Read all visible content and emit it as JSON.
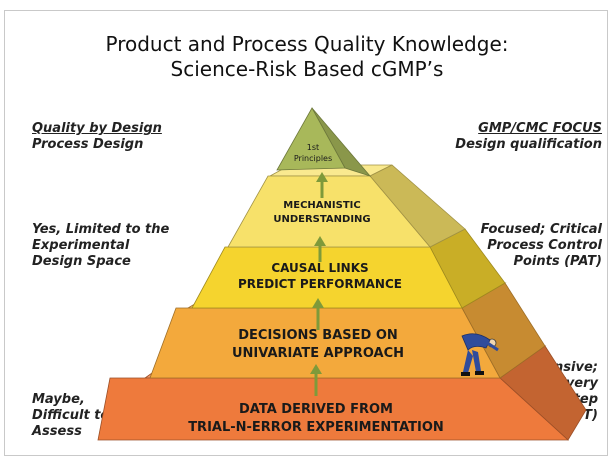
{
  "title": {
    "line1": "Product and Process Quality Knowledge:",
    "line2": "Science-Risk Based cGMP’s"
  },
  "left_column": {
    "heading": "Quality by Design",
    "subheading": "Process Design",
    "level_3": [
      "Yes, Limited to the",
      "Experimental",
      "Design Space"
    ],
    "level_1": [
      "Maybe,",
      "Difficult to",
      "Assess"
    ]
  },
  "right_column": {
    "heading": "GMP/CMC FOCUS",
    "subheading": "Design qualification",
    "level_3": [
      "Focused; Critical",
      "Process Control",
      "Points (PAT)"
    ],
    "level_1": [
      "Extensive;",
      "Every",
      "Step",
      "(CURRENT)"
    ]
  },
  "pyramid": {
    "levels": [
      {
        "lines": [
          "1st",
          "Principles"
        ],
        "color": "#a8b85a"
      },
      {
        "lines": [
          "MECHANISTIC",
          "UNDERSTANDING"
        ],
        "color": "#f7e16a"
      },
      {
        "lines": [
          "CAUSAL LINKS",
          "PREDICT PERFORMANCE"
        ],
        "color": "#f5d42e"
      },
      {
        "lines": [
          "DECISIONS BASED ON",
          "UNIVARIATE APPROACH"
        ],
        "color": "#f3a93c"
      },
      {
        "lines": [
          "DATA DERIVED FROM",
          "TRIAL-N-ERROR EXPERIMENTATION"
        ],
        "color": "#ee7a3c"
      }
    ],
    "arrow_color": "#7e9a3a"
  }
}
